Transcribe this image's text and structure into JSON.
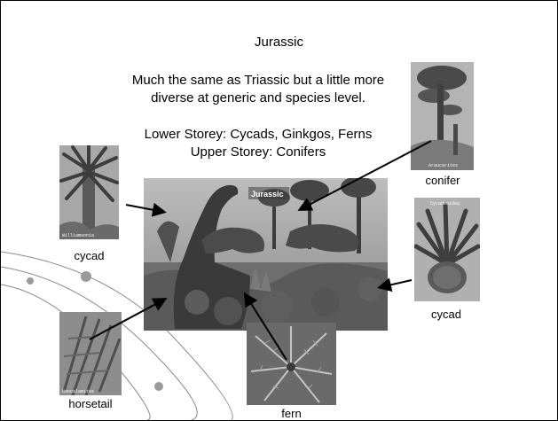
{
  "slide": {
    "title": "Jurassic",
    "body_line1": "Much the same as Triassic but a little more",
    "body_line2": "diverse at generic and species level.",
    "storey_lower": "Lower Storey: Cycads, Ginkgos, Ferns",
    "storey_upper": "Upper Storey: Conifers"
  },
  "scene": {
    "label": "Jurassic"
  },
  "photos": {
    "cycad_left": {
      "caption": "cycad",
      "tag": "Williamsonia"
    },
    "conifer": {
      "caption": "conifer",
      "tag": "Araucarites"
    },
    "cycad_right": {
      "caption": "cycad",
      "tag": "Cycadeoidea"
    },
    "horsetail": {
      "caption": "horsetail",
      "tag": "Neocalamites"
    },
    "fern": {
      "caption": "fern"
    }
  },
  "colors": {
    "text": "#000000",
    "photo_tone": "#808080",
    "orbit_line": "#8a8a8a"
  }
}
